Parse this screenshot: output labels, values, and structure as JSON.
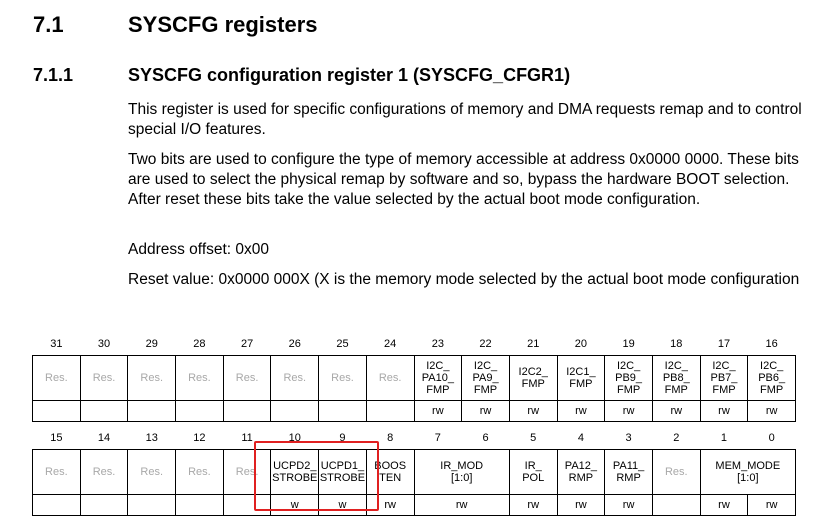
{
  "section": {
    "number": "7.1",
    "title": "SYSCFG registers"
  },
  "subsection": {
    "number": "7.1.1",
    "title": "SYSCFG configuration register 1 (SYSCFG_CFGR1)"
  },
  "paragraphs": [
    "This register is used for specific configurations of memory and DMA requests remap and to control special I/O features.",
    "Two bits are used to configure the type of memory accessible at address 0x0000 0000. These bits are used to select the physical remap by software and so, bypass the hardware BOOT selection. After reset these bits take the value selected by the actual boot mode configuration.",
    "Address offset: 0x00",
    "Reset value: 0x0000 000X (X is the memory mode selected by the actual boot mode configuration"
  ],
  "upper": {
    "bits": [
      "31",
      "30",
      "29",
      "28",
      "27",
      "26",
      "25",
      "24",
      "23",
      "22",
      "21",
      "20",
      "19",
      "18",
      "17",
      "16"
    ],
    "fields": [
      {
        "name": "Res.",
        "span": 1,
        "res": true
      },
      {
        "name": "Res.",
        "span": 1,
        "res": true
      },
      {
        "name": "Res.",
        "span": 1,
        "res": true
      },
      {
        "name": "Res.",
        "span": 1,
        "res": true
      },
      {
        "name": "Res.",
        "span": 1,
        "res": true
      },
      {
        "name": "Res.",
        "span": 1,
        "res": true
      },
      {
        "name": "Res.",
        "span": 1,
        "res": true
      },
      {
        "name": "Res.",
        "span": 1,
        "res": true
      },
      {
        "name": "I2C_\nPA10_\nFMP",
        "span": 1,
        "access": "rw"
      },
      {
        "name": "I2C_\nPA9_\nFMP",
        "span": 1,
        "access": "rw"
      },
      {
        "name": "I2C2_\nFMP",
        "span": 1,
        "access": "rw"
      },
      {
        "name": "I2C1_\nFMP",
        "span": 1,
        "access": "rw"
      },
      {
        "name": "I2C_\nPB9_\nFMP",
        "span": 1,
        "access": "rw"
      },
      {
        "name": "I2C_\nPB8_\nFMP",
        "span": 1,
        "access": "rw"
      },
      {
        "name": "I2C_\nPB7_\nFMP",
        "span": 1,
        "access": "rw"
      },
      {
        "name": "I2C_\nPB6_\nFMP",
        "span": 1,
        "access": "rw"
      }
    ]
  },
  "lower": {
    "bits": [
      "15",
      "14",
      "13",
      "12",
      "11",
      "10",
      "9",
      "8",
      "7",
      "6",
      "5",
      "4",
      "3",
      "2",
      "1",
      "0"
    ],
    "fields": [
      {
        "name": "Res.",
        "span": 1,
        "res": true
      },
      {
        "name": "Res.",
        "span": 1,
        "res": true
      },
      {
        "name": "Res.",
        "span": 1,
        "res": true
      },
      {
        "name": "Res.",
        "span": 1,
        "res": true
      },
      {
        "name": "Res.",
        "span": 1,
        "res": true
      },
      {
        "name": "UCPD2_\nSTROBE",
        "span": 1,
        "access": "w"
      },
      {
        "name": "UCPD1_\nSTROBE",
        "span": 1,
        "access": "w"
      },
      {
        "name": "BOOS\nTEN",
        "span": 1,
        "access": "rw"
      },
      {
        "name": "IR_MOD\n[1:0]",
        "span": 2,
        "access": "rw"
      },
      {
        "name": "IR_\nPOL",
        "span": 1,
        "access": "rw"
      },
      {
        "name": "PA12_\nRMP",
        "span": 1,
        "access": "rw"
      },
      {
        "name": "PA11_\nRMP",
        "span": 1,
        "access": "rw"
      },
      {
        "name": "Res.",
        "span": 1,
        "res": true
      },
      {
        "name": "MEM_MODE\n[1:0]",
        "span": 2,
        "access": "rw",
        "access_split": true
      }
    ]
  }
}
